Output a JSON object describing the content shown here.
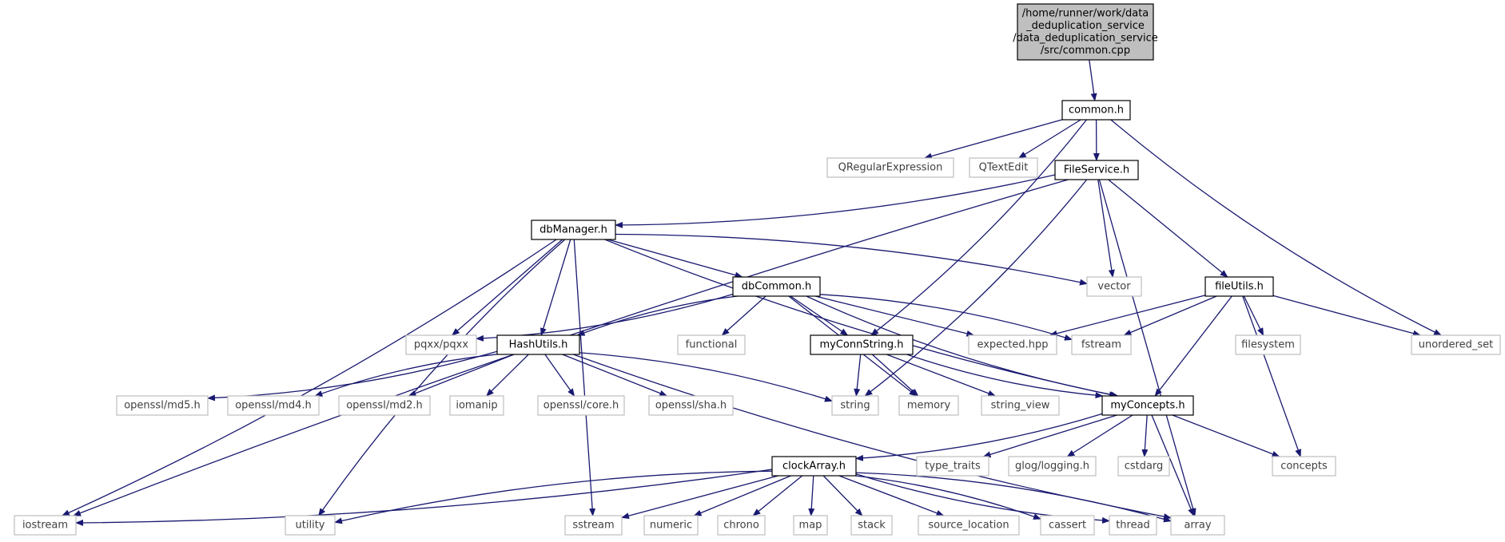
{
  "graph": {
    "colors": {
      "edge": "#191970",
      "root_fill": "#bfbfbf",
      "local_border": "#000000",
      "system_border": "#bfbfbf",
      "system_text": "#404040",
      "local_text": "#000000"
    },
    "nodes": [
      {
        "id": "root",
        "kind": "root",
        "lines": [
          "/home/runner/work/data",
          "_deduplication_service",
          "/data_deduplication_service",
          "/src/common.cpp"
        ]
      },
      {
        "id": "common_h",
        "kind": "local",
        "lines": [
          "common.h"
        ]
      },
      {
        "id": "qregexp",
        "kind": "system",
        "lines": [
          "QRegularExpression"
        ]
      },
      {
        "id": "qtextedit",
        "kind": "system",
        "lines": [
          "QTextEdit"
        ]
      },
      {
        "id": "fileservice",
        "kind": "local",
        "lines": [
          "FileService.h"
        ]
      },
      {
        "id": "dbmanager",
        "kind": "local",
        "lines": [
          "dbManager.h"
        ]
      },
      {
        "id": "vector",
        "kind": "system",
        "lines": [
          "vector"
        ]
      },
      {
        "id": "dbcommon",
        "kind": "local",
        "lines": [
          "dbCommon.h"
        ]
      },
      {
        "id": "fileutils",
        "kind": "local",
        "lines": [
          "fileUtils.h"
        ]
      },
      {
        "id": "pqxx",
        "kind": "system",
        "lines": [
          "pqxx/pqxx"
        ]
      },
      {
        "id": "hashutils",
        "kind": "local",
        "lines": [
          "HashUtils.h"
        ]
      },
      {
        "id": "functional",
        "kind": "system",
        "lines": [
          "functional"
        ]
      },
      {
        "id": "myconnstring",
        "kind": "local",
        "lines": [
          "myConnString.h"
        ]
      },
      {
        "id": "expected",
        "kind": "system",
        "lines": [
          "expected.hpp"
        ]
      },
      {
        "id": "fstream",
        "kind": "system",
        "lines": [
          "fstream"
        ]
      },
      {
        "id": "filesystem",
        "kind": "system",
        "lines": [
          "filesystem"
        ]
      },
      {
        "id": "unordered_set",
        "kind": "system",
        "lines": [
          "unordered_set"
        ]
      },
      {
        "id": "md5",
        "kind": "system",
        "lines": [
          "openssl/md5.h"
        ]
      },
      {
        "id": "md4",
        "kind": "system",
        "lines": [
          "openssl/md4.h"
        ]
      },
      {
        "id": "md2",
        "kind": "system",
        "lines": [
          "openssl/md2.h"
        ]
      },
      {
        "id": "iomanip",
        "kind": "system",
        "lines": [
          "iomanip"
        ]
      },
      {
        "id": "core",
        "kind": "system",
        "lines": [
          "openssl/core.h"
        ]
      },
      {
        "id": "sha",
        "kind": "system",
        "lines": [
          "openssl/sha.h"
        ]
      },
      {
        "id": "string",
        "kind": "system",
        "lines": [
          "string"
        ]
      },
      {
        "id": "memory",
        "kind": "system",
        "lines": [
          "memory"
        ]
      },
      {
        "id": "string_view",
        "kind": "system",
        "lines": [
          "string_view"
        ]
      },
      {
        "id": "myconcepts",
        "kind": "local",
        "lines": [
          "myConcepts.h"
        ]
      },
      {
        "id": "clockarray",
        "kind": "local",
        "lines": [
          "clockArray.h"
        ]
      },
      {
        "id": "type_traits",
        "kind": "system",
        "lines": [
          "type_traits"
        ]
      },
      {
        "id": "glog",
        "kind": "system",
        "lines": [
          "glog/logging.h"
        ]
      },
      {
        "id": "cstdarg",
        "kind": "system",
        "lines": [
          "cstdarg"
        ]
      },
      {
        "id": "concepts",
        "kind": "system",
        "lines": [
          "concepts"
        ]
      },
      {
        "id": "iostream",
        "kind": "system",
        "lines": [
          "iostream"
        ]
      },
      {
        "id": "utility",
        "kind": "system",
        "lines": [
          "utility"
        ]
      },
      {
        "id": "sstream",
        "kind": "system",
        "lines": [
          "sstream"
        ]
      },
      {
        "id": "numeric",
        "kind": "system",
        "lines": [
          "numeric"
        ]
      },
      {
        "id": "chrono",
        "kind": "system",
        "lines": [
          "chrono"
        ]
      },
      {
        "id": "map",
        "kind": "system",
        "lines": [
          "map"
        ]
      },
      {
        "id": "stack",
        "kind": "system",
        "lines": [
          "stack"
        ]
      },
      {
        "id": "source_location",
        "kind": "system",
        "lines": [
          "source_location"
        ]
      },
      {
        "id": "cassert",
        "kind": "system",
        "lines": [
          "cassert"
        ]
      },
      {
        "id": "thread",
        "kind": "system",
        "lines": [
          "thread"
        ]
      },
      {
        "id": "array",
        "kind": "system",
        "lines": [
          "array"
        ]
      }
    ],
    "edges": [
      [
        "root",
        "common_h"
      ],
      [
        "common_h",
        "qregexp"
      ],
      [
        "common_h",
        "qtextedit"
      ],
      [
        "common_h",
        "fileservice"
      ],
      [
        "common_h",
        "myconnstring"
      ],
      [
        "common_h",
        "unordered_set"
      ],
      [
        "fileservice",
        "dbmanager"
      ],
      [
        "fileservice",
        "iostream"
      ],
      [
        "fileservice",
        "vector"
      ],
      [
        "fileservice",
        "fileutils"
      ],
      [
        "fileservice",
        "string"
      ],
      [
        "fileservice",
        "array"
      ],
      [
        "dbmanager",
        "iostream"
      ],
      [
        "dbmanager",
        "utility"
      ],
      [
        "dbmanager",
        "pqxx"
      ],
      [
        "dbmanager",
        "hashutils"
      ],
      [
        "dbmanager",
        "sstream"
      ],
      [
        "dbmanager",
        "dbcommon"
      ],
      [
        "dbmanager",
        "vector"
      ],
      [
        "dbmanager",
        "myconcepts"
      ],
      [
        "dbcommon",
        "pqxx"
      ],
      [
        "dbcommon",
        "hashutils"
      ],
      [
        "dbcommon",
        "functional"
      ],
      [
        "dbcommon",
        "myconnstring"
      ],
      [
        "dbcommon",
        "memory"
      ],
      [
        "dbcommon",
        "expected"
      ],
      [
        "dbcommon",
        "fstream"
      ],
      [
        "dbcommon",
        "myconcepts"
      ],
      [
        "fileutils",
        "expected"
      ],
      [
        "fileutils",
        "fstream"
      ],
      [
        "fileutils",
        "filesystem"
      ],
      [
        "fileutils",
        "unordered_set"
      ],
      [
        "fileutils",
        "myconcepts"
      ],
      [
        "fileutils",
        "concepts"
      ],
      [
        "hashutils",
        "md5"
      ],
      [
        "hashutils",
        "md4"
      ],
      [
        "hashutils",
        "md2"
      ],
      [
        "hashutils",
        "iomanip"
      ],
      [
        "hashutils",
        "core"
      ],
      [
        "hashutils",
        "sha"
      ],
      [
        "hashutils",
        "string"
      ],
      [
        "hashutils",
        "array"
      ],
      [
        "myconnstring",
        "string"
      ],
      [
        "myconnstring",
        "memory"
      ],
      [
        "myconnstring",
        "string_view"
      ],
      [
        "myconnstring",
        "myconcepts"
      ],
      [
        "myconcepts",
        "clockarray"
      ],
      [
        "myconcepts",
        "type_traits"
      ],
      [
        "myconcepts",
        "glog"
      ],
      [
        "myconcepts",
        "cstdarg"
      ],
      [
        "myconcepts",
        "concepts"
      ],
      [
        "myconcepts",
        "array"
      ],
      [
        "clockarray",
        "iostream"
      ],
      [
        "clockarray",
        "utility"
      ],
      [
        "clockarray",
        "sstream"
      ],
      [
        "clockarray",
        "numeric"
      ],
      [
        "clockarray",
        "chrono"
      ],
      [
        "clockarray",
        "map"
      ],
      [
        "clockarray",
        "stack"
      ],
      [
        "clockarray",
        "source_location"
      ],
      [
        "clockarray",
        "cassert"
      ],
      [
        "clockarray",
        "thread"
      ],
      [
        "clockarray",
        "array"
      ]
    ]
  }
}
